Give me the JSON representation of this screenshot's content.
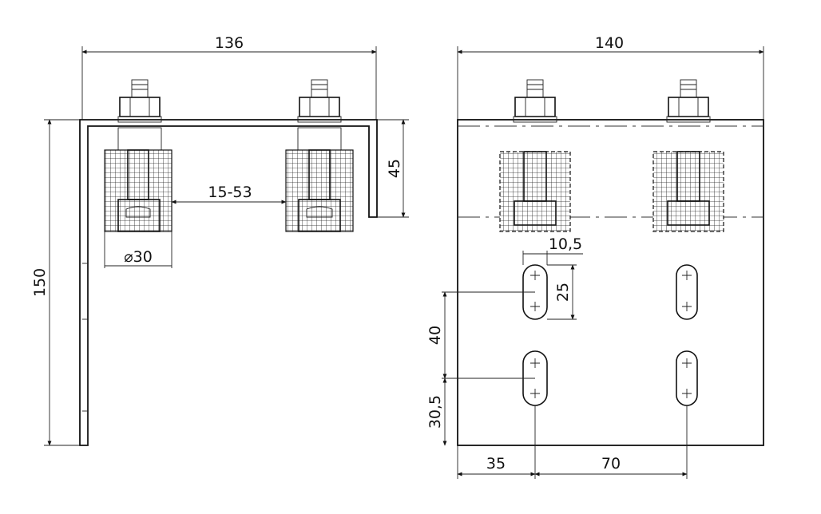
{
  "left_view": {
    "width_label": "136",
    "height_label": "150",
    "flange_label": "45",
    "spacing_label": "15-53",
    "diameter_label": "⌀30"
  },
  "right_view": {
    "width_label": "140",
    "slot_width_label": "10,5",
    "slot_length_label": "25",
    "slot_spacing_label": "40",
    "bottom_offset_label": "30,5",
    "left_offset_label": "35",
    "hole_spacing_label": "70"
  },
  "colors": {
    "line": "#111111",
    "background": "#ffffff"
  }
}
